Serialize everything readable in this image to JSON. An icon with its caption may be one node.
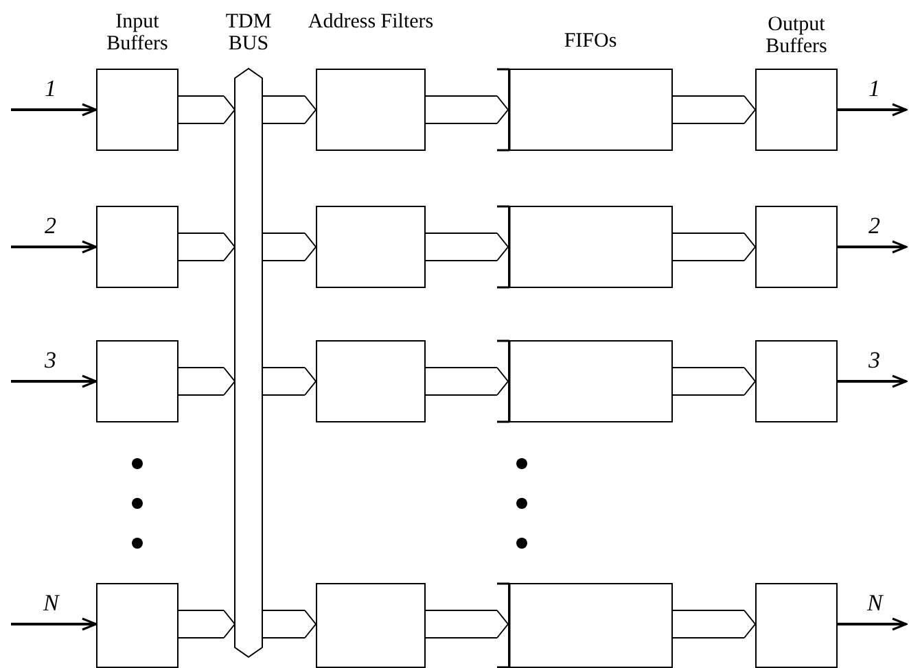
{
  "diagram": {
    "nodes": [
      {
        "text": [
          "TDM BUS"
        ]
      },
      {
        "text": [],
        "shape": "box"
      },
      {
        "text": [],
        "shape": "box"
      },
      {
        "text": [],
        "shape": "box"
      },
      {
        "text": [],
        "shape": "box"
      },
      {
        "text": [],
        "shape": "box"
      },
      {
        "text": [],
        "shape": "box"
      },
      {
        "text": [],
        "shape": "box"
      },
      {
        "text": [],
        "shape": "box"
      },
      {
        "text": [],
        "shape": "box"
      },
      {
        "text": [],
        "shape": "box"
      },
      {
        "text": [],
        "shape": "box"
      },
      {
        "text": [],
        "shape": "box"
      },
      {
        "text": [],
        "shape": "box"
      },
      {
        "text": [],
        "shape": "box"
      },
      {
        "text": [],
        "shape": "box"
      },
      {
        "text": [],
        "shape": "box"
      }
    ],
    "edges": [
      {
        "from": null,
        "to": 1,
        "arrow": "to",
        "label": "1"
      },
      {
        "from": 1,
        "to": 0,
        "arrow": "to"
      },
      {
        "from": 0,
        "to": 2,
        "arrow": "to"
      },
      {
        "from": 2,
        "to": 3,
        "arrow": "to"
      },
      {
        "from": 3,
        "to": 4,
        "arrow": "to"
      },
      {
        "from": 4,
        "to": null,
        "arrow": "to",
        "label": "1"
      },
      {
        "from": null,
        "to": 5,
        "arrow": "to",
        "label": "2"
      },
      {
        "from": 5,
        "to": 0,
        "arrow": "to"
      },
      {
        "from": 0,
        "to": 6,
        "arrow": "to"
      },
      {
        "from": 6,
        "to": 7,
        "arrow": "to"
      },
      {
        "from": 7,
        "to": 8,
        "arrow": "to"
      },
      {
        "from": 8,
        "to": null,
        "arrow": "to",
        "label": "2"
      },
      {
        "from": null,
        "to": 9,
        "arrow": "to",
        "label": "3"
      },
      {
        "from": 9,
        "to": 0,
        "arrow": "to"
      },
      {
        "from": 0,
        "to": 10,
        "arrow": "to"
      },
      {
        "from": 10,
        "to": 11,
        "arrow": "to"
      },
      {
        "from": 11,
        "to": 12,
        "arrow": "to"
      },
      {
        "from": 12,
        "to": null,
        "arrow": "to",
        "label": "3"
      },
      {
        "from": null,
        "to": 13,
        "arrow": "to",
        "label": "N"
      },
      {
        "from": 13,
        "to": 0,
        "arrow": "to"
      },
      {
        "from": 0,
        "to": 14,
        "arrow": "to"
      },
      {
        "from": 14,
        "to": 15,
        "arrow": "to"
      },
      {
        "from": 15,
        "to": 16,
        "arrow": "to"
      },
      {
        "from": 16,
        "to": null,
        "arrow": "to",
        "label": "N"
      }
    ],
    "labels": [
      "Input Buffers",
      "Address Filters",
      "FIFOs",
      "Output Buffers"
    ]
  }
}
